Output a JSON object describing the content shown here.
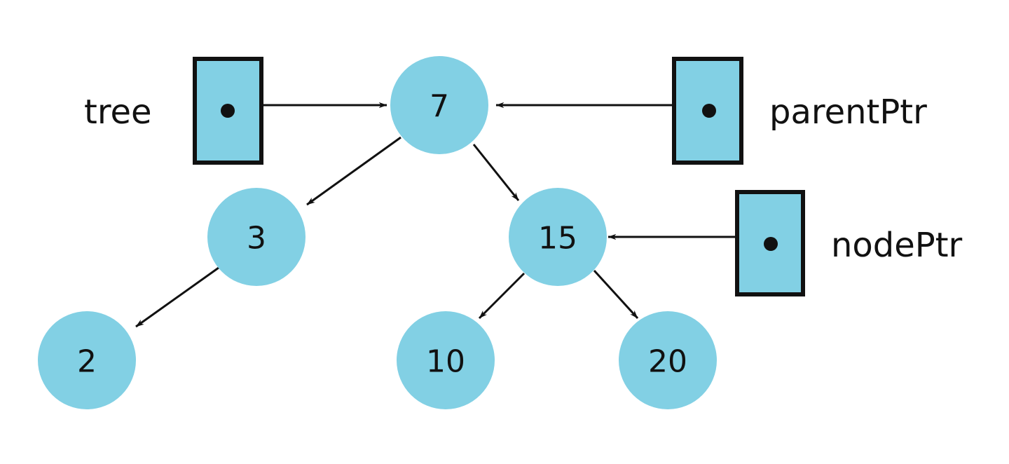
{
  "colors": {
    "node_fill": "#82d0e4",
    "stroke": "#111111",
    "background": "#ffffff"
  },
  "tree": {
    "nodes": [
      {
        "id": "n7",
        "value": "7"
      },
      {
        "id": "n3",
        "value": "3"
      },
      {
        "id": "n15",
        "value": "15"
      },
      {
        "id": "n2",
        "value": "2"
      },
      {
        "id": "n10",
        "value": "10"
      },
      {
        "id": "n20",
        "value": "20"
      }
    ],
    "edges": [
      {
        "from": "n7",
        "to": "n3"
      },
      {
        "from": "n7",
        "to": "n15"
      },
      {
        "from": "n3",
        "to": "n2"
      },
      {
        "from": "n15",
        "to": "n10"
      },
      {
        "from": "n15",
        "to": "n20"
      }
    ]
  },
  "pointers": [
    {
      "id": "tree",
      "label": "tree",
      "points_to": "n7"
    },
    {
      "id": "parentPtr",
      "label": "parentPtr",
      "points_to": "n7"
    },
    {
      "id": "nodePtr",
      "label": "nodePtr",
      "points_to": "n15"
    }
  ]
}
